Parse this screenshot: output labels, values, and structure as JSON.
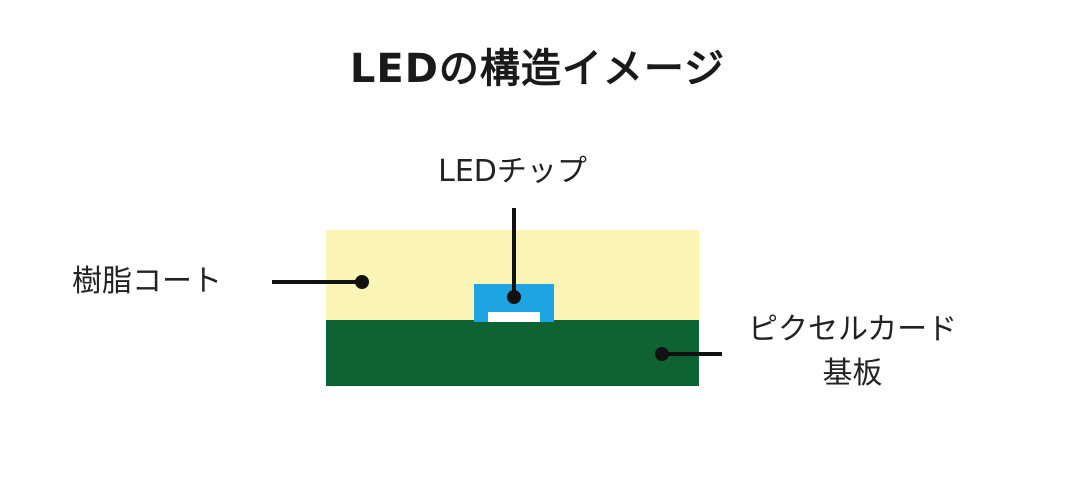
{
  "title": "LEDの構造イメージ",
  "labels": {
    "led_chip": "LEDチップ",
    "resin_coat": "樹脂コート",
    "board_line1": "ピクセルカード",
    "board_line2": "基板"
  },
  "colors": {
    "resin": "#FBF5B5",
    "board": "#0E6332",
    "chip": "#1EA4E3",
    "chip_base": "#FFFFFF",
    "leader": "#111111"
  }
}
